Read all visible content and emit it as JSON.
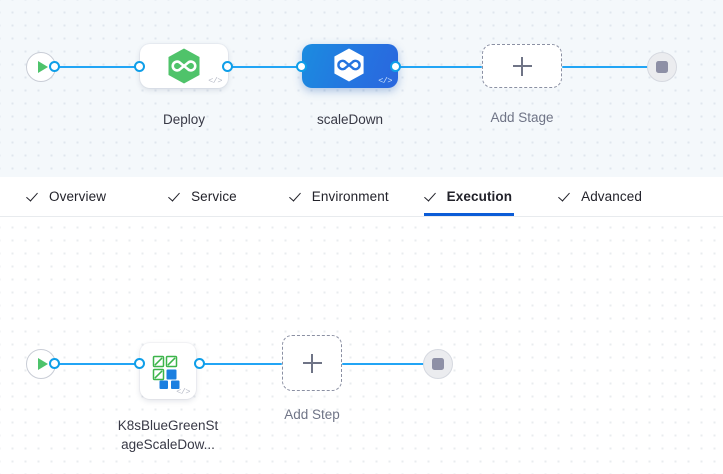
{
  "colors": {
    "accent_blue": "#22a5f5",
    "selected_node_blue": "#2574e0",
    "tab_active_underline": "#0b5cd7",
    "start_icon_green": "#4ec36b",
    "stop_icon_gray": "#8e90a6",
    "deploy_icon_green": "#4fc36a",
    "k8s_icon_blue": "#1b7fe0",
    "k8s_icon_green": "#3cb44a",
    "stage_canvas_bg": "#f4f8fb",
    "step_canvas_bg": "#ffffff"
  },
  "stage_pipeline": {
    "start_node": {
      "icon": "play-icon"
    },
    "end_node": {
      "icon": "stop-icon"
    },
    "nodes": [
      {
        "label": "Deploy",
        "icon": "harness-cd-hexagon-icon",
        "selected": false,
        "badge": "</>"
      },
      {
        "label": "scaleDown",
        "icon": "harness-cd-hexagon-icon",
        "selected": true,
        "badge": "</>"
      }
    ],
    "add_stage": {
      "label": "Add Stage",
      "icon": "plus-icon"
    }
  },
  "tabs": {
    "items": [
      {
        "label": "Overview",
        "checked": true,
        "active": false
      },
      {
        "label": "Service",
        "checked": true,
        "active": false
      },
      {
        "label": "Environment",
        "checked": true,
        "active": false
      },
      {
        "label": "Execution",
        "checked": true,
        "active": true
      },
      {
        "label": "Advanced",
        "checked": true,
        "active": false
      }
    ]
  },
  "step_pipeline": {
    "start_node": {
      "icon": "play-icon"
    },
    "end_node": {
      "icon": "stop-icon"
    },
    "nodes": [
      {
        "label": "K8sBlueGreenSt\nageScaleDow...",
        "label_line1": "K8sBlueGreenSt",
        "label_line2": "ageScaleDow...",
        "icon": "k8s-bluegreen-grid-icon",
        "badge": "</>"
      }
    ],
    "add_step": {
      "label": "Add Step",
      "icon": "plus-icon"
    }
  }
}
